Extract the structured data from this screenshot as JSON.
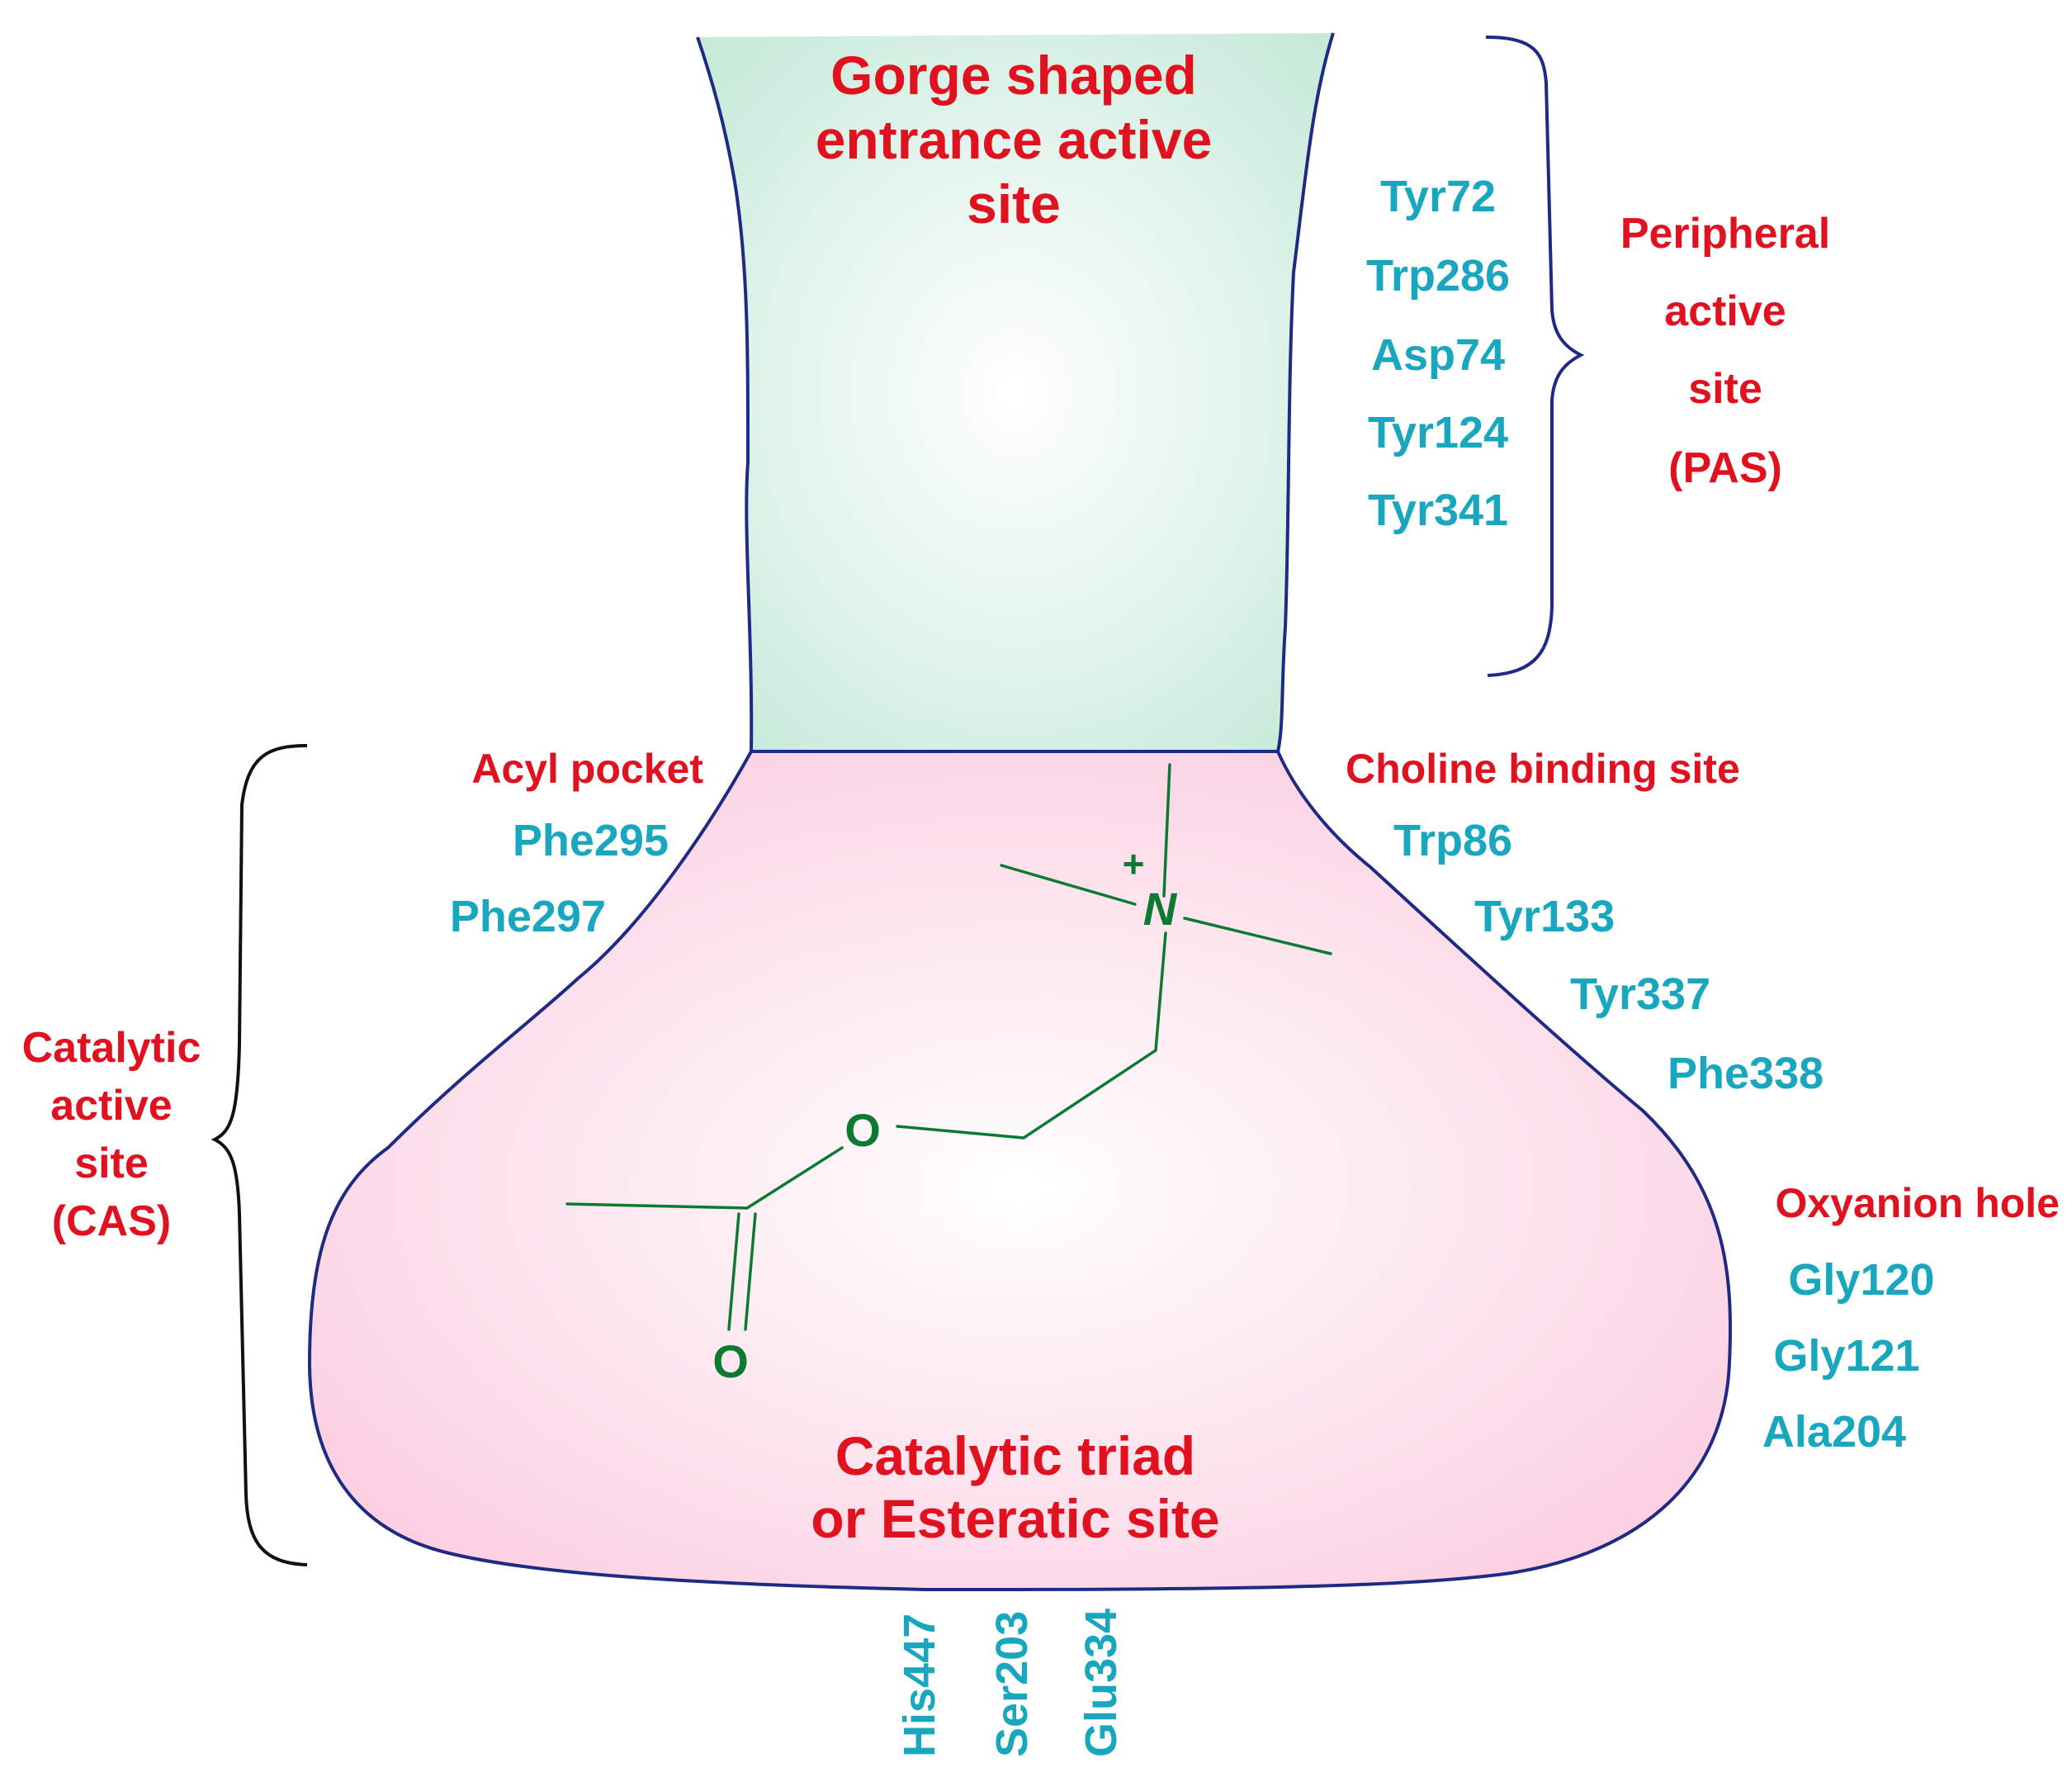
{
  "colors": {
    "label_red": "#e0121f",
    "residue_cyan": "#18a7bf",
    "outline_navy": "#1f2a85",
    "molecule_green": "#0c7a33",
    "gorge_fill": "#bfe7d3",
    "pocket_fill": "#fcd3e3",
    "cas_bracket": "#111111"
  },
  "gorge": {
    "title_lines": [
      "Gorge shaped",
      "entrance active",
      "site"
    ]
  },
  "pas": {
    "label_lines": [
      "Peripheral",
      "active",
      "site",
      "(PAS)"
    ],
    "residues": [
      "Tyr72",
      "Trp286",
      "Asp74",
      "Tyr124",
      "Tyr341"
    ]
  },
  "cas": {
    "label_lines": [
      "Catalytic",
      "active",
      "site",
      "(CAS)"
    ]
  },
  "acyl_pocket": {
    "label": "Acyl pocket",
    "residues": [
      "Phe295",
      "Phe297"
    ]
  },
  "choline_binding_site": {
    "label": "Choline binding site",
    "residues": [
      "Trp86",
      "Tyr133",
      "Tyr337",
      "Phe338"
    ]
  },
  "oxyanion_hole": {
    "label": "Oxyanion hole",
    "residues": [
      "Gly120",
      "Gly121",
      "Ala204"
    ]
  },
  "catalytic_triad": {
    "label_lines": [
      "Catalytic triad",
      "or Esteratic site"
    ],
    "residues": [
      "His447",
      "Ser203",
      "Glu334"
    ]
  },
  "molecule": {
    "nitrogen": "N",
    "charge": "+",
    "ester_oxygen": "O",
    "carbonyl_oxygen": "O"
  }
}
